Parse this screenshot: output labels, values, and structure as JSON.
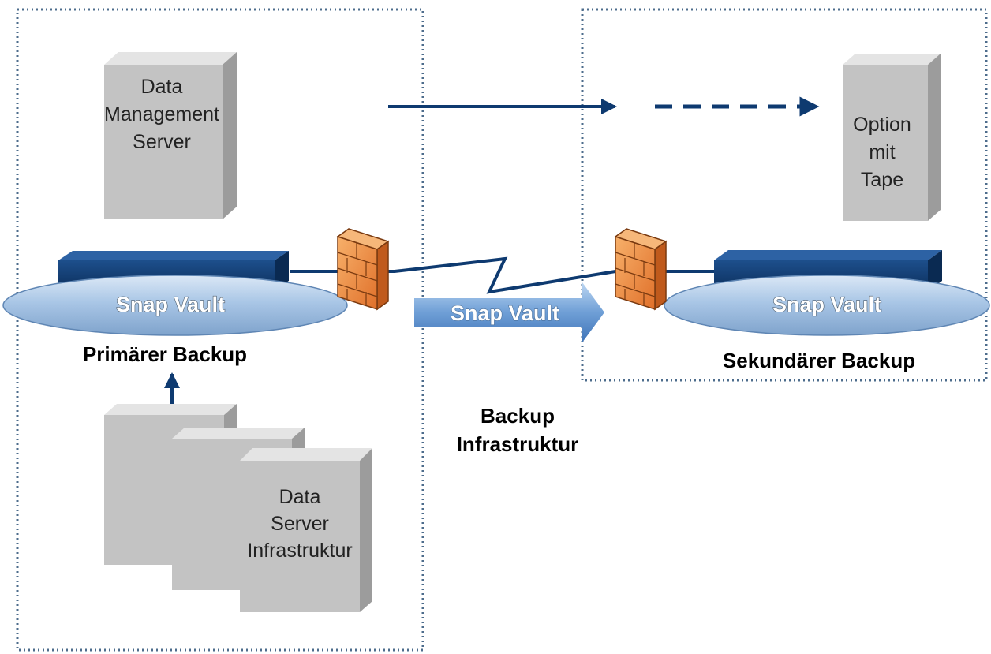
{
  "servers": {
    "dms": {
      "lines": [
        "Data",
        "Management",
        "Server"
      ]
    },
    "tape": {
      "lines": [
        "Option",
        "mit",
        "Tape"
      ]
    },
    "data_server": {
      "lines": [
        "Data",
        "Server",
        "Infrastruktur"
      ]
    }
  },
  "snap_vault": {
    "primary_label": "Snap Vault",
    "secondary_label": "Snap Vault",
    "transfer_label": "Snap Vault"
  },
  "labels": {
    "primary_backup": "Primärer Backup",
    "secondary_backup": "Sekundärer Backup",
    "backup_infra_line1": "Backup",
    "backup_infra_line2": "Infrastruktur"
  },
  "colors": {
    "server_face": "#c3c3c3",
    "server_top": "#e4e4e4",
    "server_side": "#9c9c9c",
    "navy": "#0e3a70",
    "ellipse": "#a9c6e6",
    "firewall": "#f08a3c",
    "dotted_border": "#4d6c8c"
  },
  "icons": [
    "firewall-icon",
    "server-icon",
    "storage-appliance-icon",
    "arrow-icon"
  ]
}
